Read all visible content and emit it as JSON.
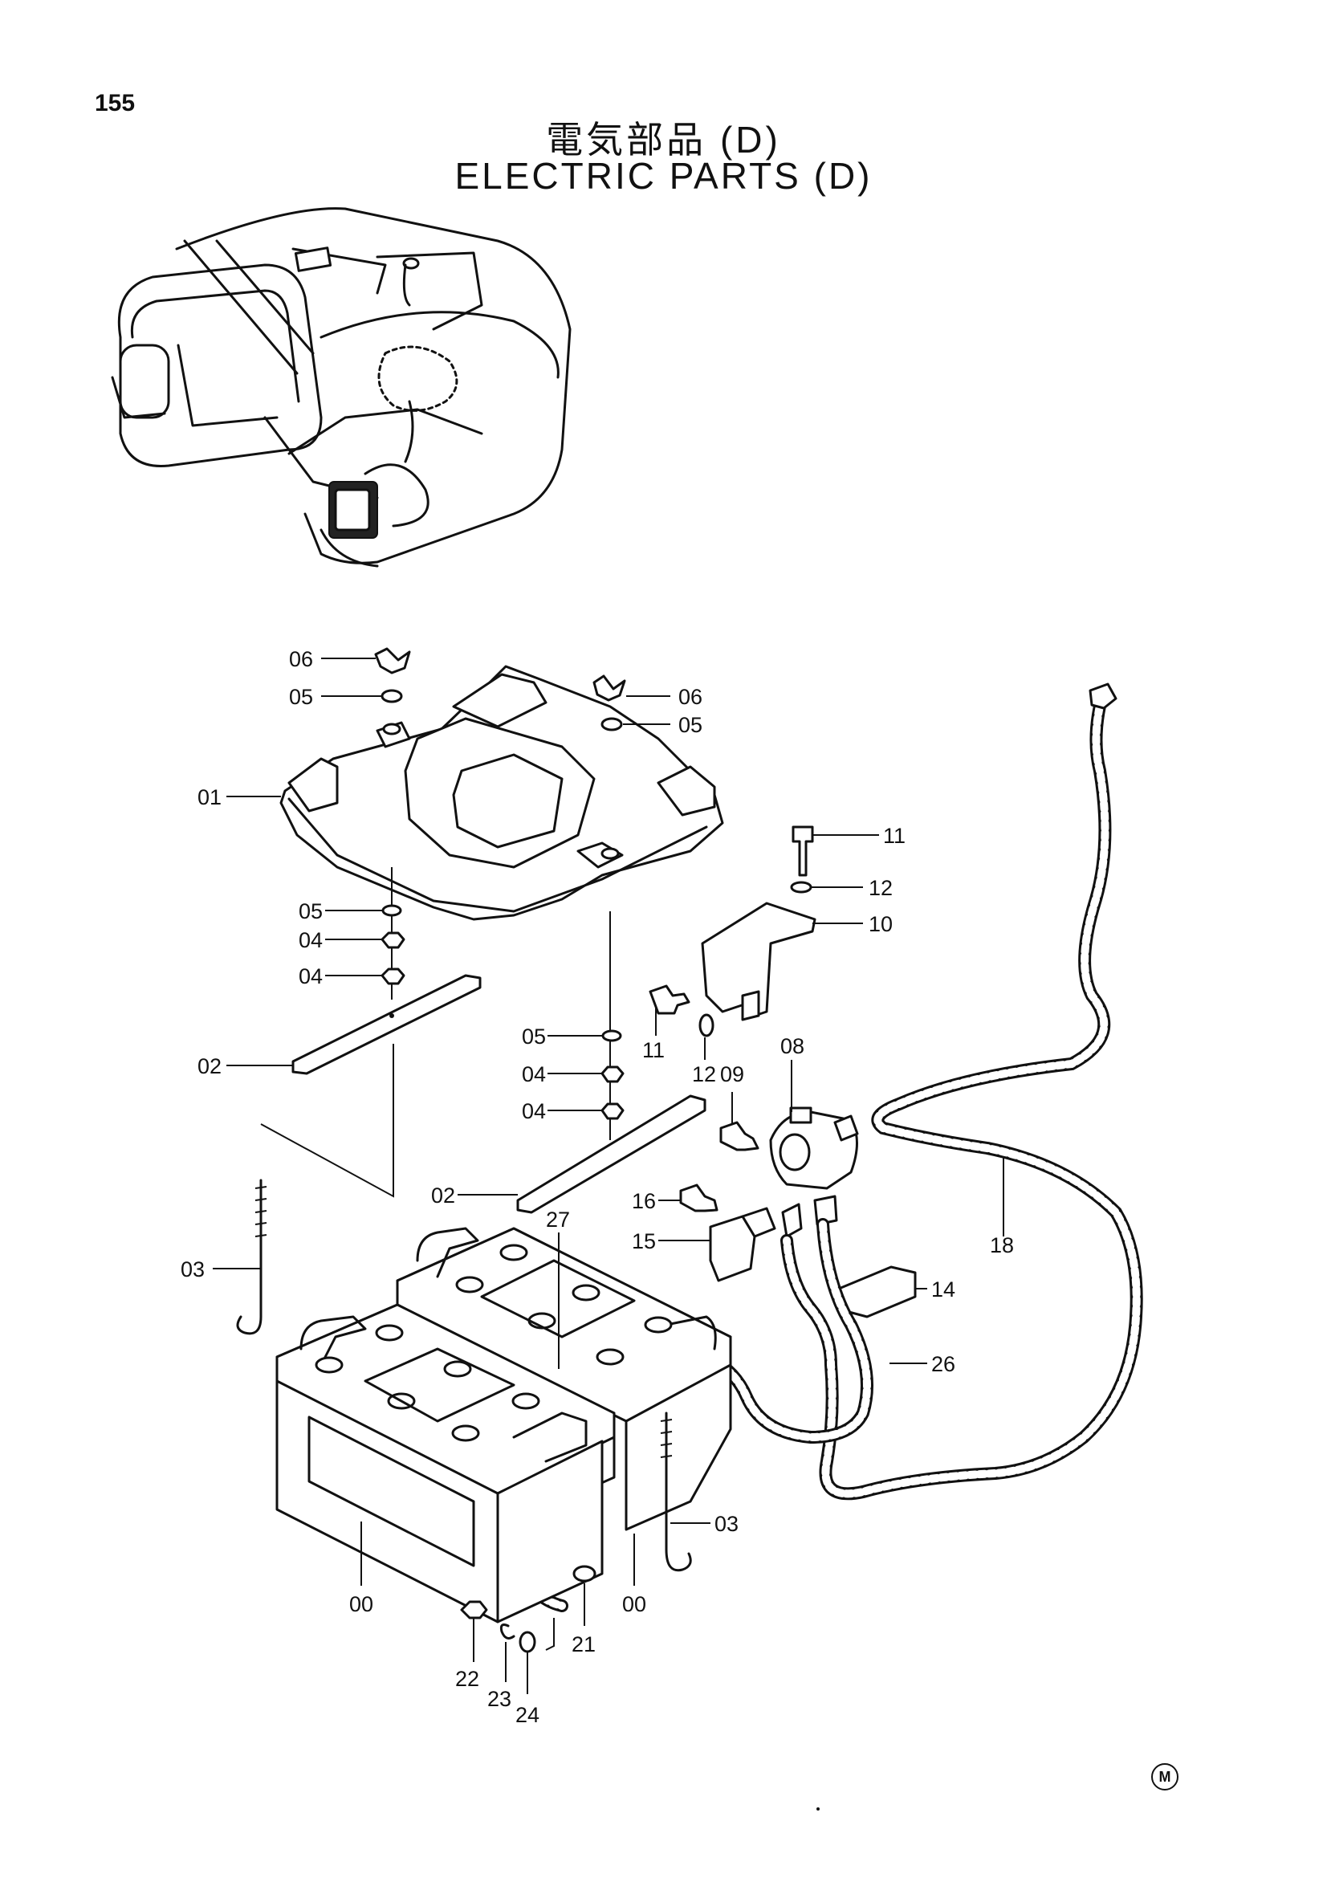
{
  "page_number": "155",
  "title_jp": "電気部品 (D)",
  "title_en": "ELECTRIC PARTS (D)",
  "callouts": {
    "c06a": "06",
    "c05a": "05",
    "c06b": "06",
    "c05b": "05",
    "c01": "01",
    "c11a": "11",
    "c12a": "12",
    "c10": "10",
    "c05c": "05",
    "c04a": "04",
    "c04b": "04",
    "c11b": "11",
    "c12b": "12",
    "c09": "09",
    "c08": "08",
    "c05d": "05",
    "c04c": "04",
    "c04d": "04",
    "c02a": "02",
    "c02b": "02",
    "c03a": "03",
    "c16": "16",
    "c27": "27",
    "c15": "15",
    "c14": "14",
    "c18": "18",
    "c26": "26",
    "c03b": "03",
    "c00a": "00",
    "c00b": "00",
    "c21": "21",
    "c22": "22",
    "c23": "23",
    "c24": "24"
  },
  "corner_mark": "M"
}
